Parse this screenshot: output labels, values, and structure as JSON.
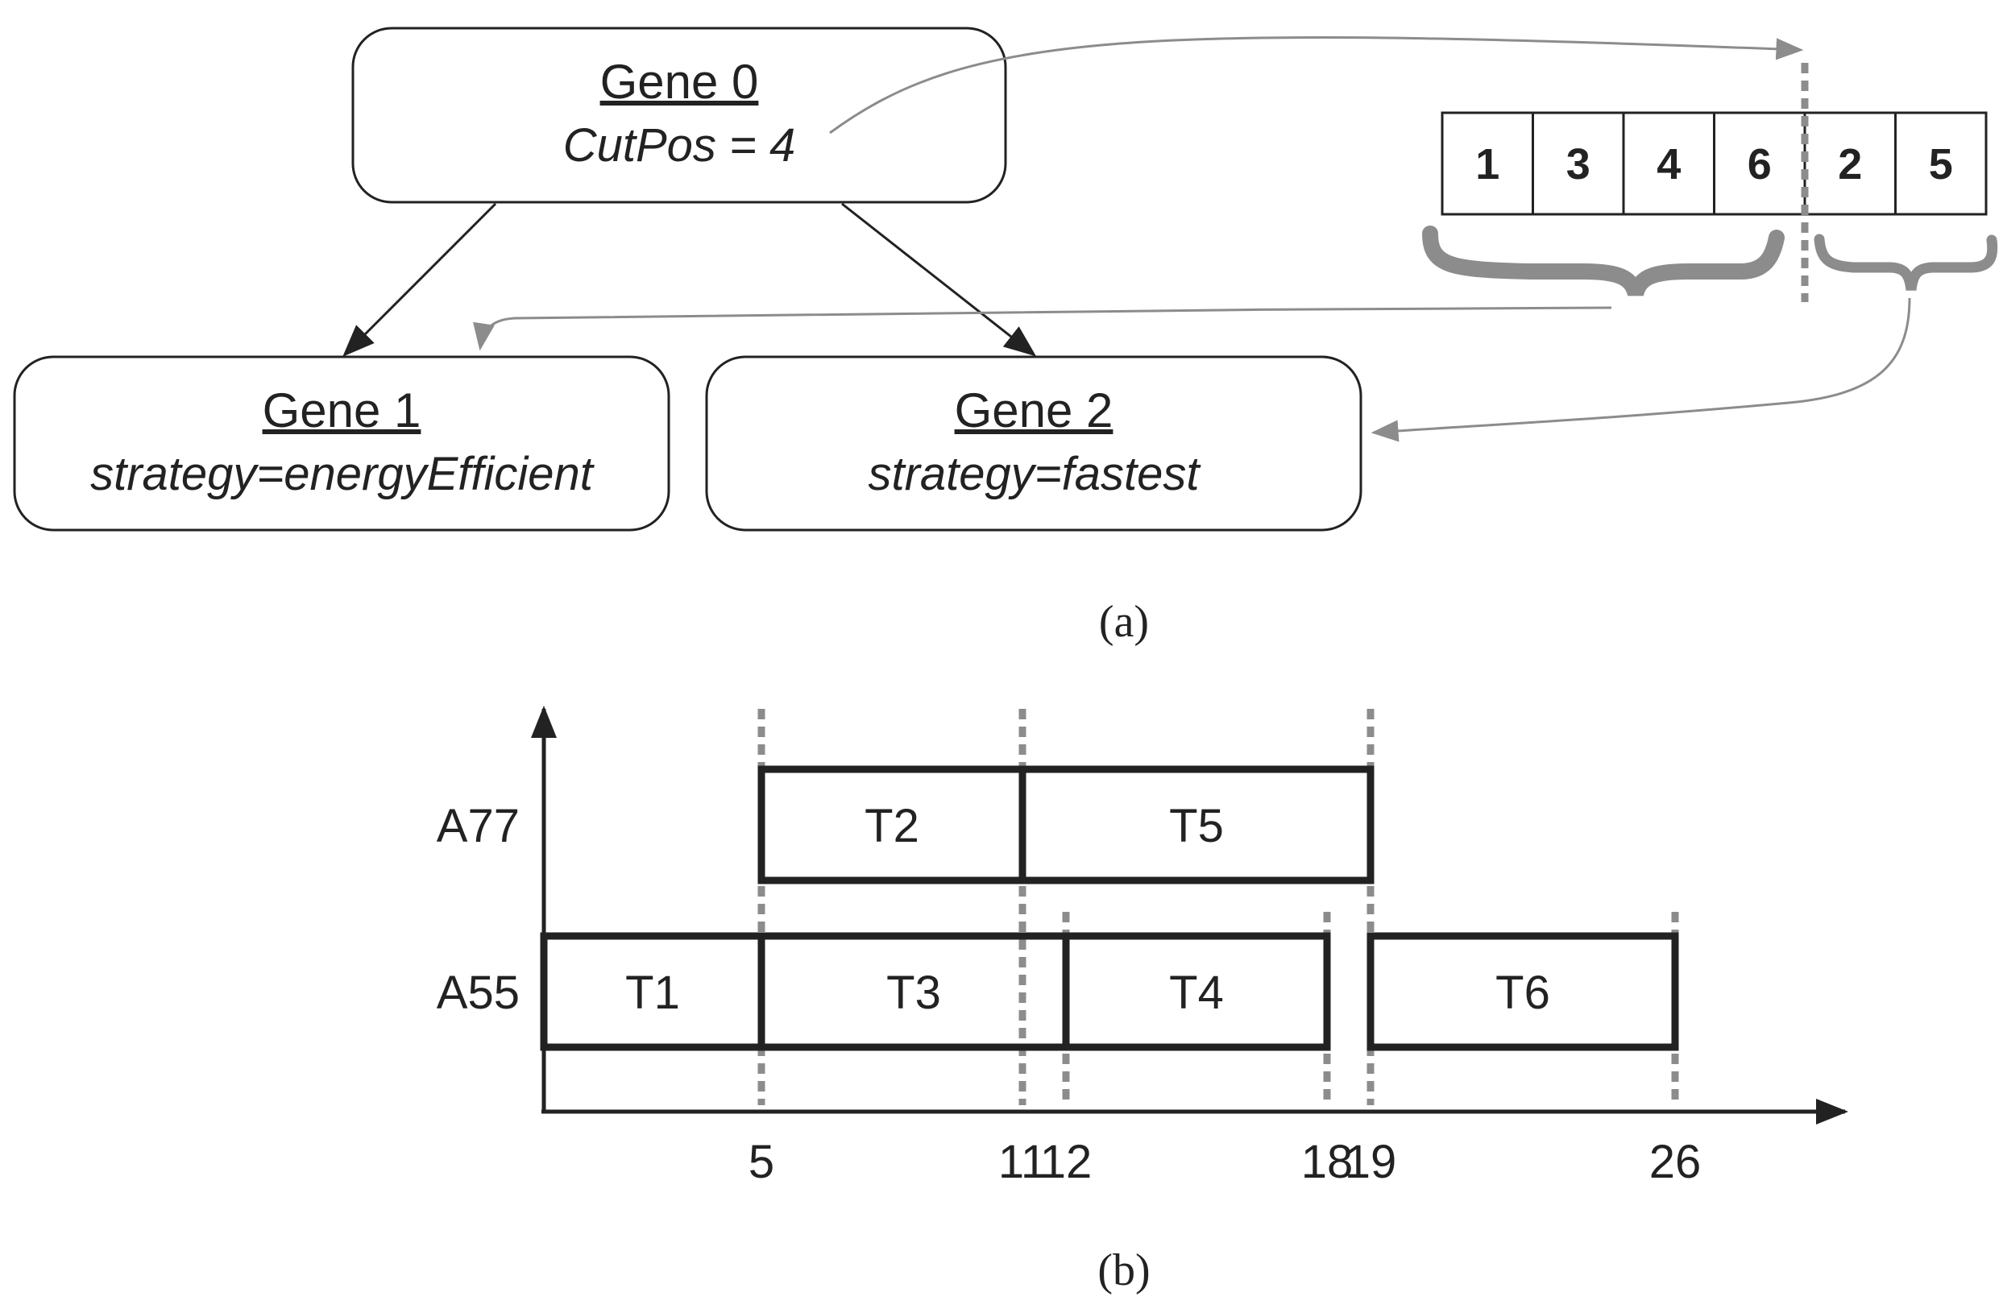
{
  "colors": {
    "ink": "#222222",
    "guide": "#8c8c8c",
    "task_border": "#222222"
  },
  "panel_a": {
    "gene0": {
      "title": "Gene 0",
      "detail": "CutPos = 4"
    },
    "gene1": {
      "title": "Gene 1",
      "detail": "strategy=energyEfficient"
    },
    "gene2": {
      "title": "Gene 2",
      "detail": "strategy=fastest"
    },
    "sequence": [
      "1",
      "3",
      "4",
      "6",
      "2",
      "5"
    ],
    "cut_after_index": 4,
    "caption": "(a)"
  },
  "panel_b": {
    "resources": [
      "A77",
      "A55"
    ],
    "tasks": [
      {
        "name": "T2",
        "resource": "A77",
        "start": 5,
        "end": 11
      },
      {
        "name": "T5",
        "resource": "A77",
        "start": 11,
        "end": 19
      },
      {
        "name": "T1",
        "resource": "A55",
        "start": 0,
        "end": 5
      },
      {
        "name": "T3",
        "resource": "A55",
        "start": 5,
        "end": 12
      },
      {
        "name": "T4",
        "resource": "A55",
        "start": 12,
        "end": 18
      },
      {
        "name": "T6",
        "resource": "A55",
        "start": 19,
        "end": 26
      }
    ],
    "ticks": [
      "5",
      "11",
      "12",
      "18",
      "19",
      "26"
    ],
    "caption": "(b)"
  }
}
